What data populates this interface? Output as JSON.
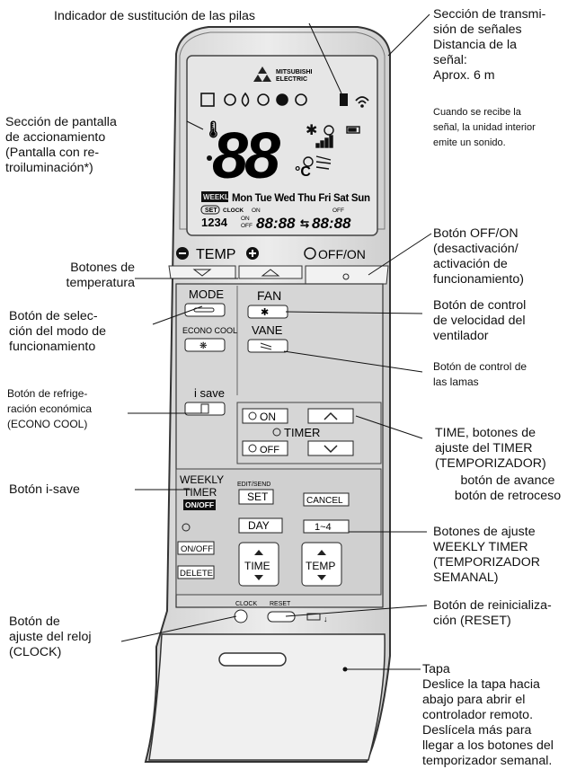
{
  "annotations": {
    "battery_indicator": "Indicador de sustitución de las pilas",
    "signal_section": "Sección de transmi-\nsión de señales\nDistancia de la\nseñal:\nAprox. 6 m",
    "signal_note": "Cuando se recibe la\nseñal, la unidad interior\nemite un sonido.",
    "display_section": "Sección de pantalla\nde accionamiento\n(Pantalla con re-\ntroiluminación*)",
    "off_on_button": "Botón OFF/ON\n(desactivación/\nactivación de\nfuncionamiento)",
    "temp_buttons": "Botones de\ntemperatura",
    "mode_button": "Botón de selec-\nción del modo de\nfuncionamiento",
    "fan_button": "Botón de control\nde velocidad del\nventilador",
    "vane_button": "Botón de control de\nlas lamas",
    "econo_button": "Botón de refrige-\nración económica\n(ECONO COOL)",
    "timer_buttons": "TIME, botones de\najuste del TIMER\n(TEMPORIZADOR)",
    "timer_sub": "botón de avance\nbotón de retroceso",
    "isave_button": "Botón i-save",
    "weekly_buttons": "Botones de ajuste\nWEEKLY TIMER\n(TEMPORIZADOR\nSEMANAL)",
    "reset_button": "Botón de reinicializa-\nción (RESET)",
    "clock_button": "Botón de\najuste del reloj\n(CLOCK)",
    "cover": "Tapa\nDeslice la tapa hacia\nabajo para abrir el\ncontrolador remoto.\nDeslícela más para\nllegar a los botones del\ntemporizador semanal."
  },
  "remote": {
    "brand_line1": "MITSUBISHI",
    "brand_line2": "ELECTRIC",
    "display": {
      "temperature": "88",
      "unit": "°C",
      "weekly_badge": "WEEKLY",
      "days": "Mon Tue Wed Thu Fri Sat Sun",
      "set_badge": "SET",
      "clock_label": "CLOCK",
      "on_label": "ON",
      "off_label": "OFF",
      "program_numbers": "1234",
      "time1": "88:88",
      "time2": "88:88"
    },
    "temp_label": "TEMP",
    "off_on_label": "OFF/ON",
    "mode_label": "MODE",
    "fan_label": "FAN",
    "econo_label": "ECONO COOL",
    "vane_label": "VANE",
    "isave_label": "i save",
    "timer_on_label": "ON",
    "timer_label": "TIMER",
    "timer_off_label": "OFF",
    "weekly_label1": "WEEKLY",
    "weekly_label2": "TIMER",
    "weekly_onoff": "ON/OFF",
    "edit_send_label": "EDIT/SEND",
    "set_label": "SET",
    "cancel_label": "CANCEL",
    "day_label": "DAY",
    "prog_range_label": "1~4",
    "onoff_label": "ON/OFF",
    "delete_label": "DELETE",
    "time_label": "TIME",
    "temp2_label": "TEMP",
    "clock_label": "CLOCK",
    "reset_label": "RESET"
  }
}
